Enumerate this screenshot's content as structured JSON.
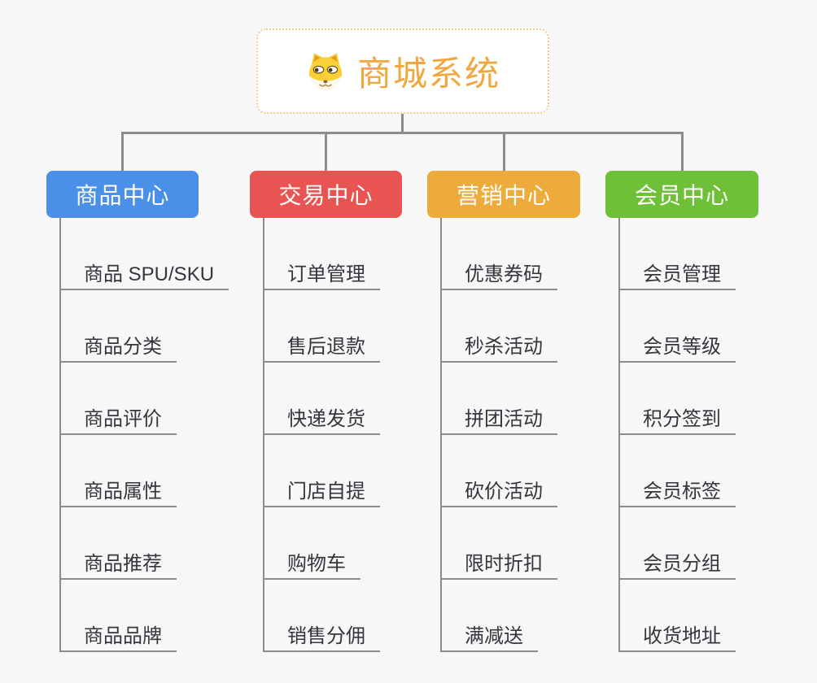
{
  "root": {
    "title": "商城系统",
    "icon": "doge-icon"
  },
  "branches": [
    {
      "label": "商品中心",
      "color": "#4a90e8",
      "items": [
        "商品 SPU/SKU",
        "商品分类",
        "商品评价",
        "商品属性",
        "商品推荐",
        "商品品牌"
      ]
    },
    {
      "label": "交易中心",
      "color": "#e85452",
      "items": [
        "订单管理",
        "售后退款",
        "快递发货",
        "门店自提",
        "购物车",
        "销售分佣"
      ]
    },
    {
      "label": "营销中心",
      "color": "#edab3b",
      "items": [
        "优惠券码",
        "秒杀活动",
        "拼团活动",
        "砍价活动",
        "限时折扣",
        "满减送"
      ]
    },
    {
      "label": "会员中心",
      "color": "#6ec038",
      "items": [
        "会员管理",
        "会员等级",
        "积分签到",
        "会员标签",
        "会员分组",
        "收货地址"
      ]
    }
  ],
  "colors": {
    "background": "#f7f7f7",
    "connector": "#8c8c8c",
    "root_accent": "#f0a73e",
    "root_border": "#f3cc85",
    "leaf_text": "#33363c"
  }
}
